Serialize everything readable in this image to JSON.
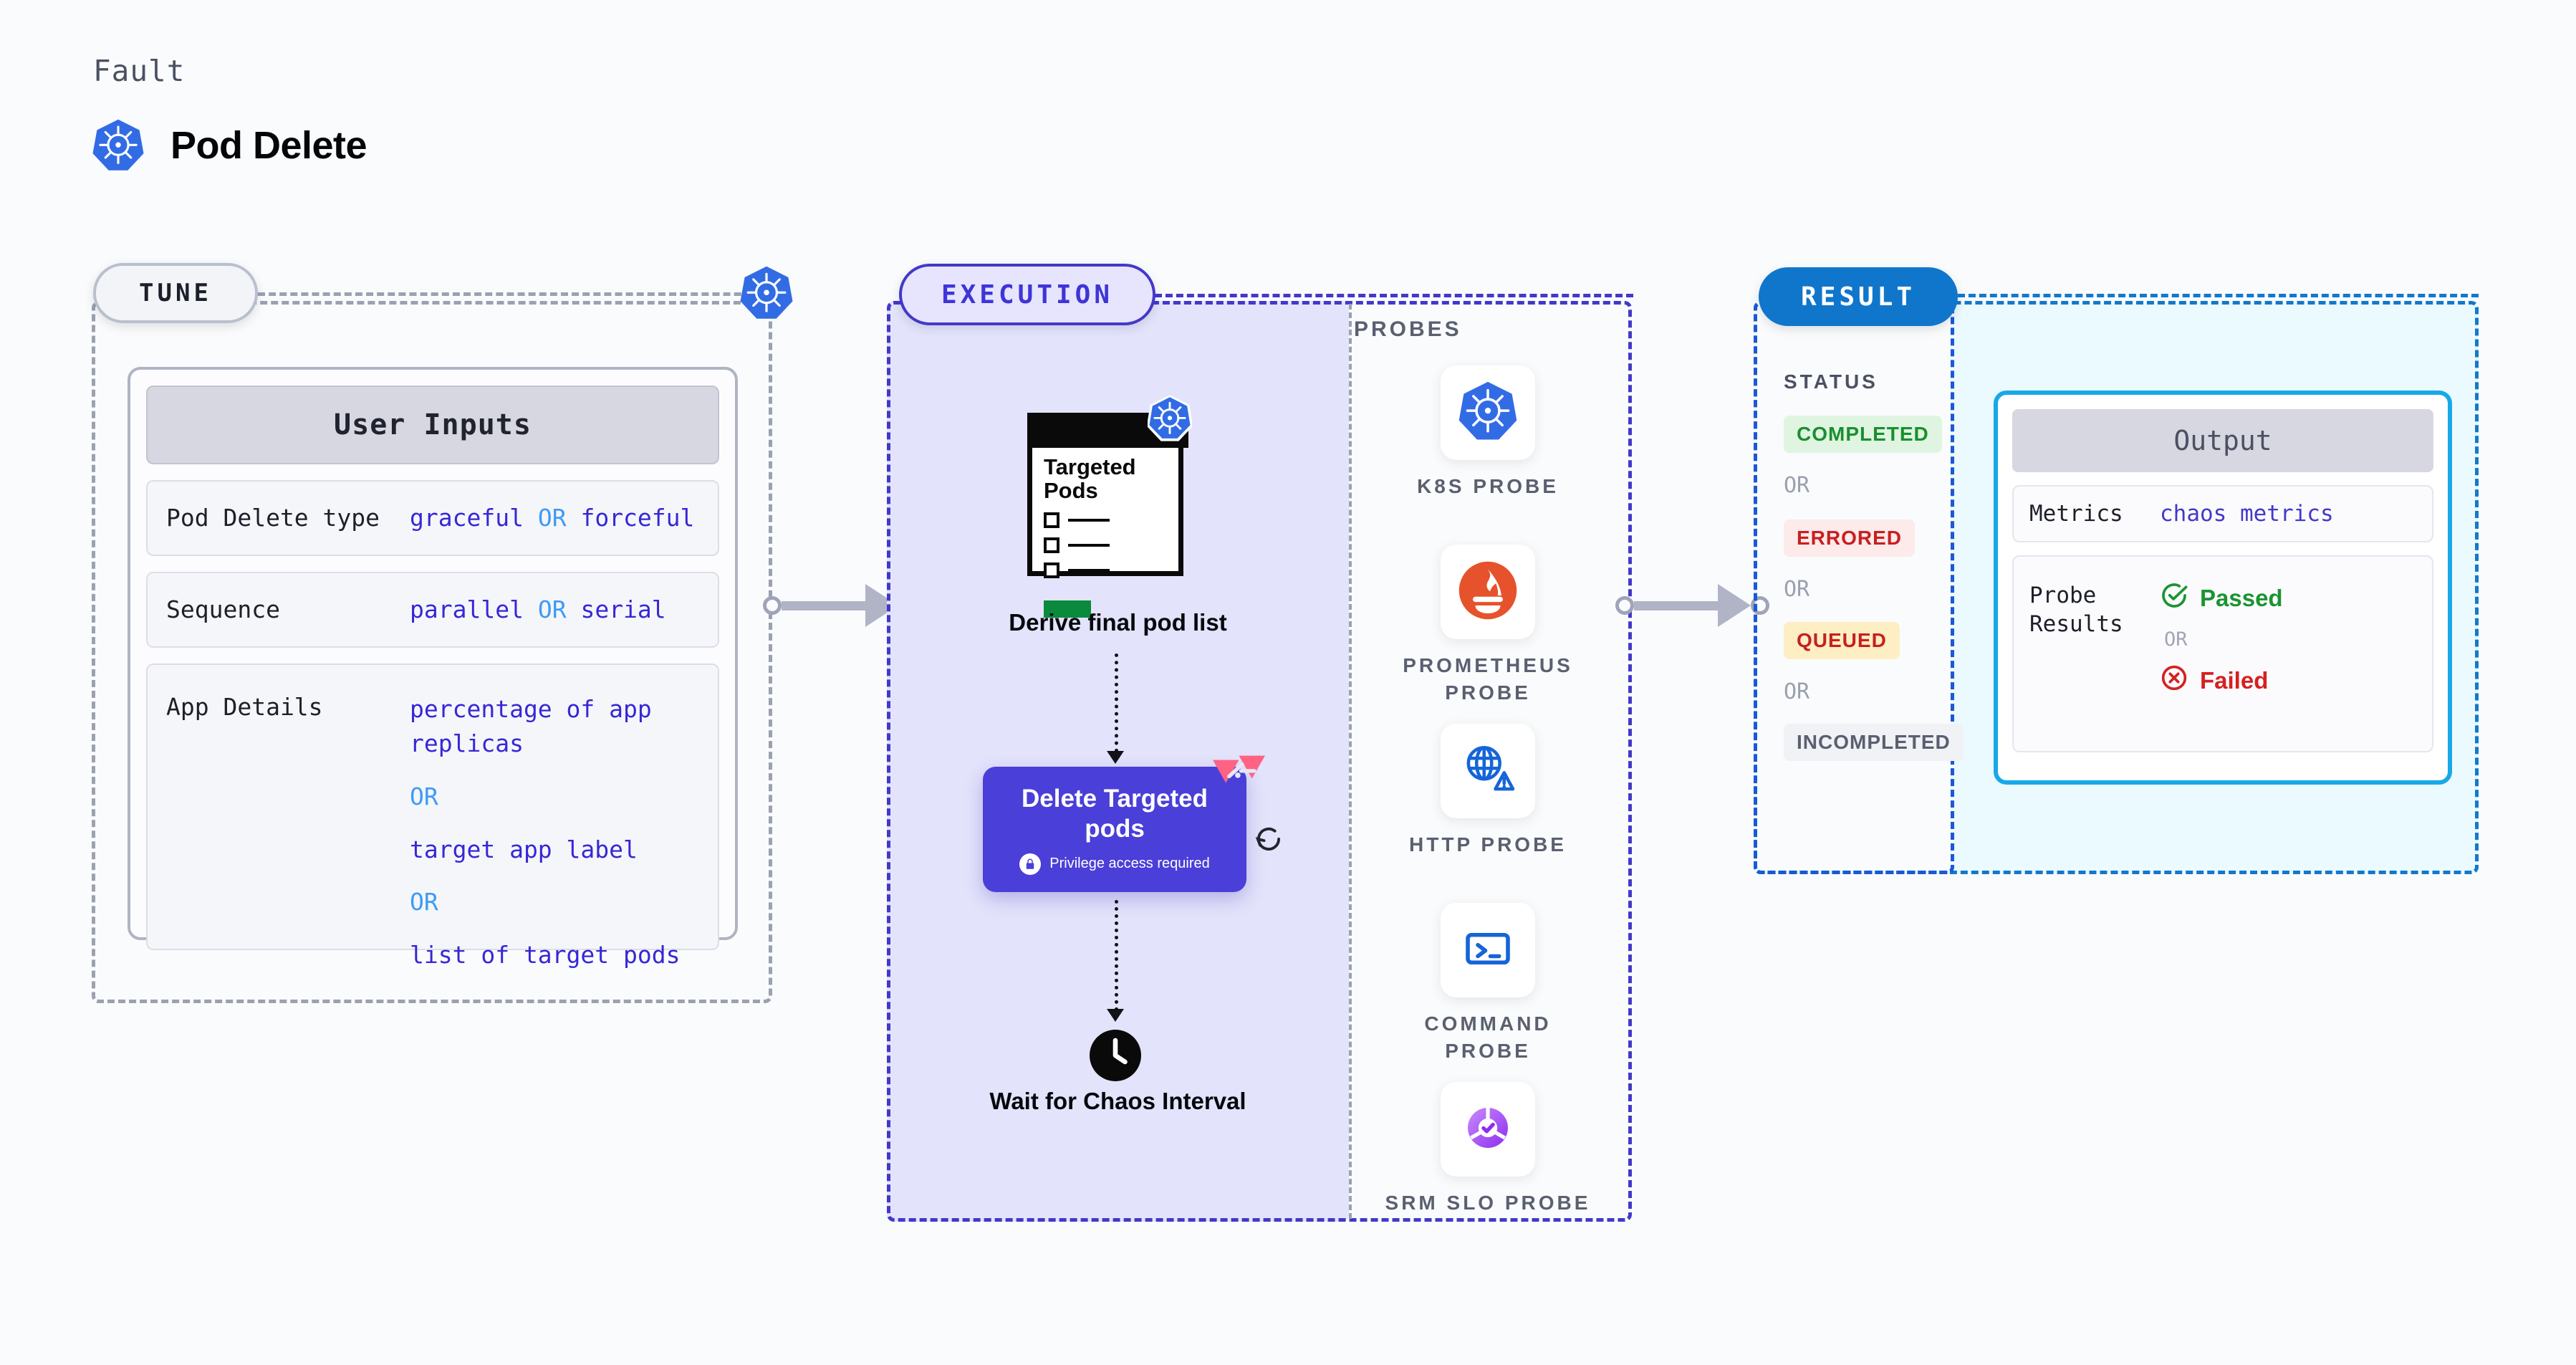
{
  "header": {
    "eyebrow": "Fault",
    "title": "Pod Delete",
    "logo_icon": "kubernetes-icon"
  },
  "tune": {
    "pill_label": "TUNE",
    "badge_icon": "kubernetes-icon",
    "card": {
      "heading": "User Inputs",
      "rows": [
        {
          "key": "Pod Delete type",
          "value_a": "graceful",
          "or": "OR",
          "value_b": "forceful"
        },
        {
          "key": "Sequence",
          "value_a": "parallel",
          "or": "OR",
          "value_b": "serial"
        }
      ],
      "app_details": {
        "key": "App Details",
        "option_1": "percentage of app replicas",
        "or_1": "OR",
        "option_2": "target app label",
        "or_2": "OR",
        "option_3": "list of target pods"
      }
    }
  },
  "execution": {
    "pill_label": "EXECUTION",
    "pod_doc": {
      "title": "Targeted Pods",
      "badge_icon": "kubernetes-icon"
    },
    "derive_label": "Derive final pod list",
    "delete_card": {
      "title": "Delete Targeted pods",
      "sub_label": "Privilege access required",
      "sub_icon": "lock-icon",
      "corner_icon": "litmus-chaos-icon",
      "side_icon": "rotate-loop-icon"
    },
    "wait_node": {
      "icon": "clock-icon",
      "label": "Wait for Chaos Interval"
    },
    "probes": {
      "title": "PROBES",
      "items": [
        {
          "label": "K8S PROBE",
          "icon": "kubernetes-icon"
        },
        {
          "label": "PROMETHEUS PROBE",
          "icon": "prometheus-icon"
        },
        {
          "label": "HTTP PROBE",
          "icon": "globe-warning-icon"
        },
        {
          "label": "COMMAND PROBE",
          "icon": "terminal-icon"
        },
        {
          "label": "SRM SLO PROBE",
          "icon": "srm-slo-icon"
        }
      ]
    }
  },
  "result": {
    "pill_label": "RESULT",
    "status_title": "STATUS",
    "statuses": [
      {
        "label": "COMPLETED",
        "bg": "#dff5e1",
        "fg": "#1a8f2e"
      },
      {
        "label": "ERRORED",
        "bg": "#fdeaea",
        "fg": "#c62020"
      },
      {
        "label": "QUEUED",
        "bg": "#fdeec4",
        "fg": "#c62020"
      },
      {
        "label": "INCOMPLETED",
        "bg": "#f1f2f6",
        "fg": "#5a6070"
      }
    ],
    "or_label": "OR",
    "output_card": {
      "heading": "Output",
      "metrics_key": "Metrics",
      "metrics_value": "chaos metrics",
      "probe_results_key": "Probe Results",
      "passed_label": "Passed",
      "passed_icon": "check-circle-icon",
      "or_label": "OR",
      "failed_label": "Failed",
      "failed_icon": "x-circle-icon"
    }
  },
  "colors": {
    "accent_purple": "#4338ca",
    "accent_blue": "#0f76cc",
    "accent_cyan": "#18a8e8",
    "k8s_blue": "#326ce5",
    "litmus_pink": "#ff6384",
    "success_green": "#1a8f2e",
    "error_red": "#d32020",
    "value_indigo": "#3627d6",
    "or_lightblue": "#3d9bf5"
  }
}
